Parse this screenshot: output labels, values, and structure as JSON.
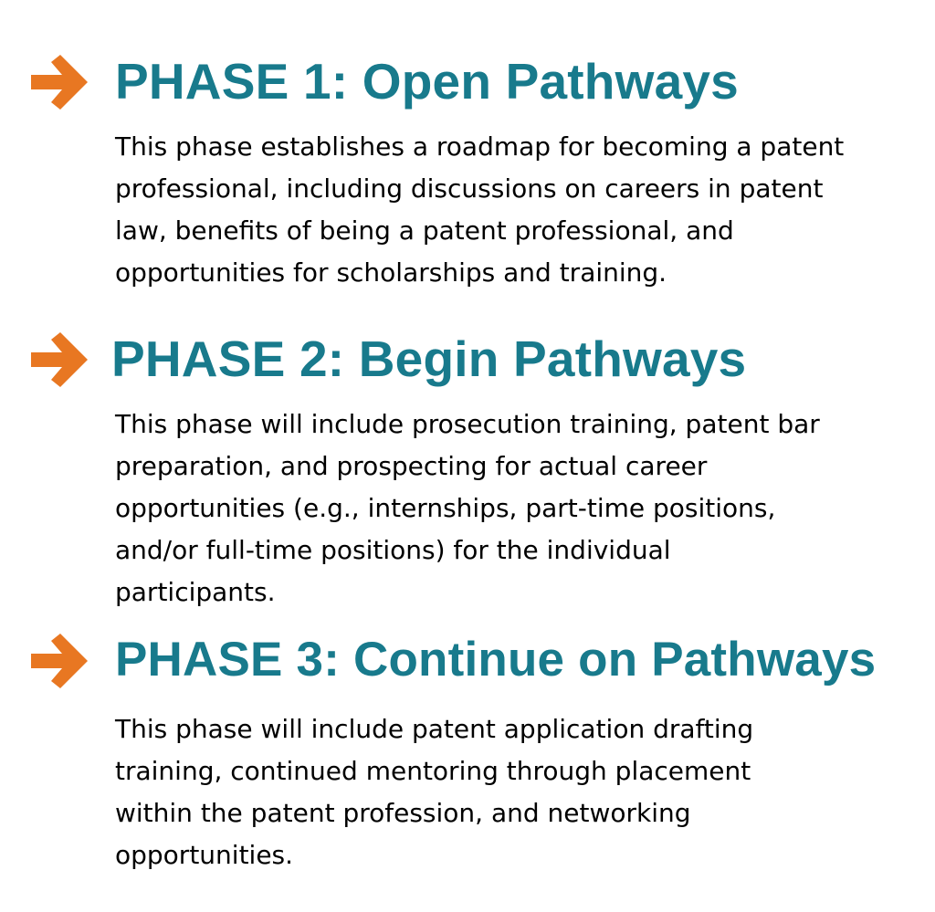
{
  "colors": {
    "title": "#187a8c",
    "arrow": "#e87722",
    "body_text": "#000000",
    "background": "#ffffff"
  },
  "phases": [
    {
      "icon": "arrow-right-icon",
      "title": "PHASE 1: Open Pathways",
      "lines": [
        "This phase establishes a roadmap for becoming a patent",
        "professional, including discussions on careers in patent",
        "law, benefits of being a patent professional, and",
        "opportunities for scholarships and training."
      ]
    },
    {
      "icon": "arrow-right-icon",
      "title": "PHASE 2: Begin Pathways",
      "lines": [
        "This phase will include prosecution training, patent bar",
        "preparation, and prospecting for actual career",
        "opportunities (e.g., internships, part-time positions,",
        "and/or full-time positions) for the individual",
        "participants."
      ]
    },
    {
      "icon": "arrow-right-icon",
      "title": "PHASE 3: Continue on Pathways",
      "lines": [
        "This phase will include patent application drafting",
        "training, continued mentoring through placement",
        "within the patent profession, and networking",
        "opportunities."
      ]
    }
  ]
}
